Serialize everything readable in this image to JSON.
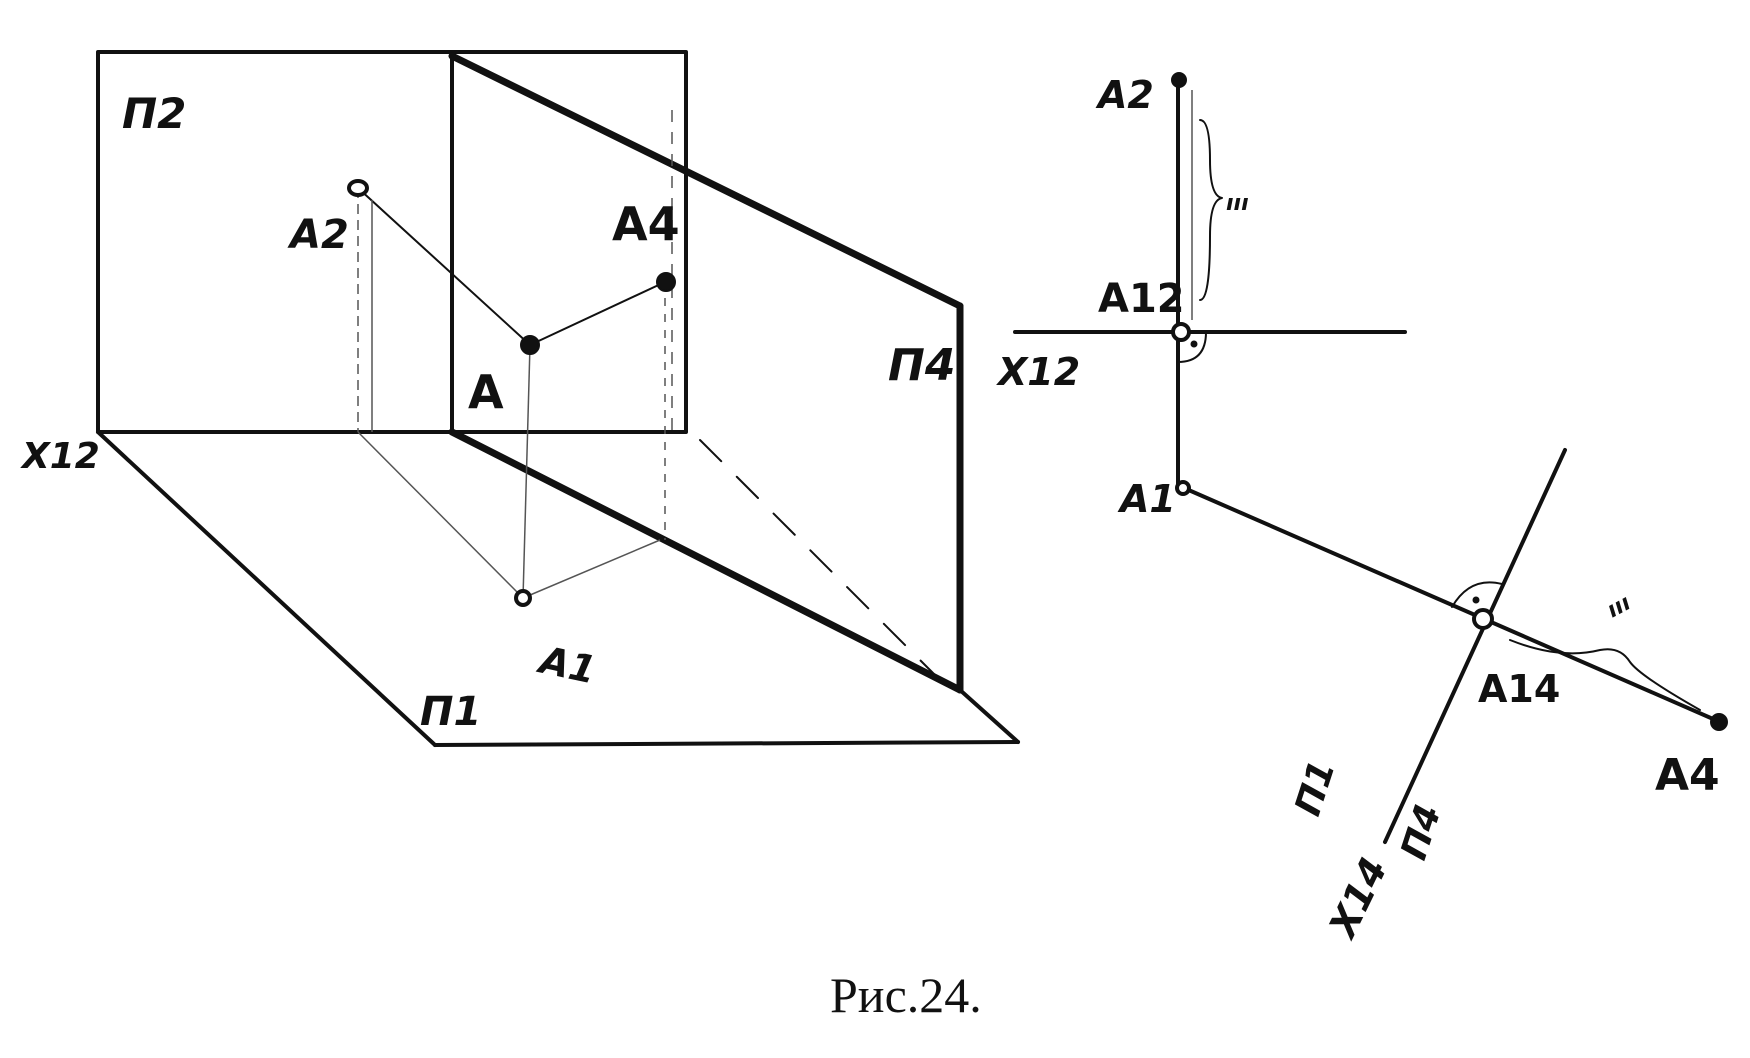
{
  "left_view": {
    "plane_p2": "П2",
    "plane_p4": "П4",
    "plane_p1": "П1",
    "axis_x12": "X12",
    "point_a": "A",
    "point_a1": "A1",
    "point_a2": "A2",
    "point_a4": "A4"
  },
  "right_view": {
    "point_a2": "A2",
    "point_a12": "A12",
    "axis_x12": "X12",
    "point_a1": "A1",
    "point_a14": "A14",
    "point_a4": "A4",
    "plane_p1": "П1",
    "plane_p4": "П4",
    "axis_x14": "X14"
  },
  "caption": "Рис.24."
}
